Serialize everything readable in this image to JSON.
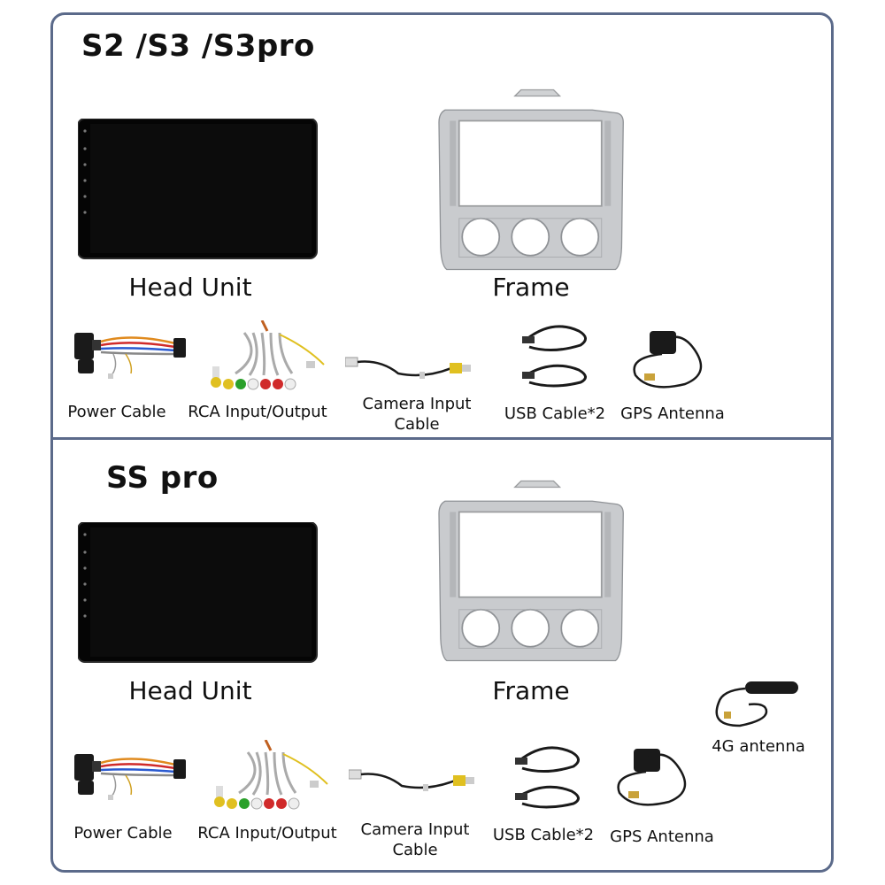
{
  "sections": [
    {
      "title": "S2 /S3 /S3pro",
      "head_unit": "Head Unit",
      "frame": "Frame",
      "accessories": {
        "power": "Power Cable",
        "rca": "RCA Input/Output",
        "camera": "Camera Input Cable",
        "usb": "USB Cable*2",
        "gps": "GPS Antenna"
      }
    },
    {
      "title": "SS pro",
      "head_unit": "Head Unit",
      "frame": "Frame",
      "accessories": {
        "power": "Power Cable",
        "rca": "RCA Input/Output",
        "camera": "Camera Input Cable",
        "usb": "USB Cable*2",
        "gps": "GPS Antenna",
        "antenna_4g": "4G antenna"
      }
    }
  ],
  "colors": {
    "border": "#5b6a8a",
    "frame": "#c9cbce",
    "screen": "#050505"
  }
}
